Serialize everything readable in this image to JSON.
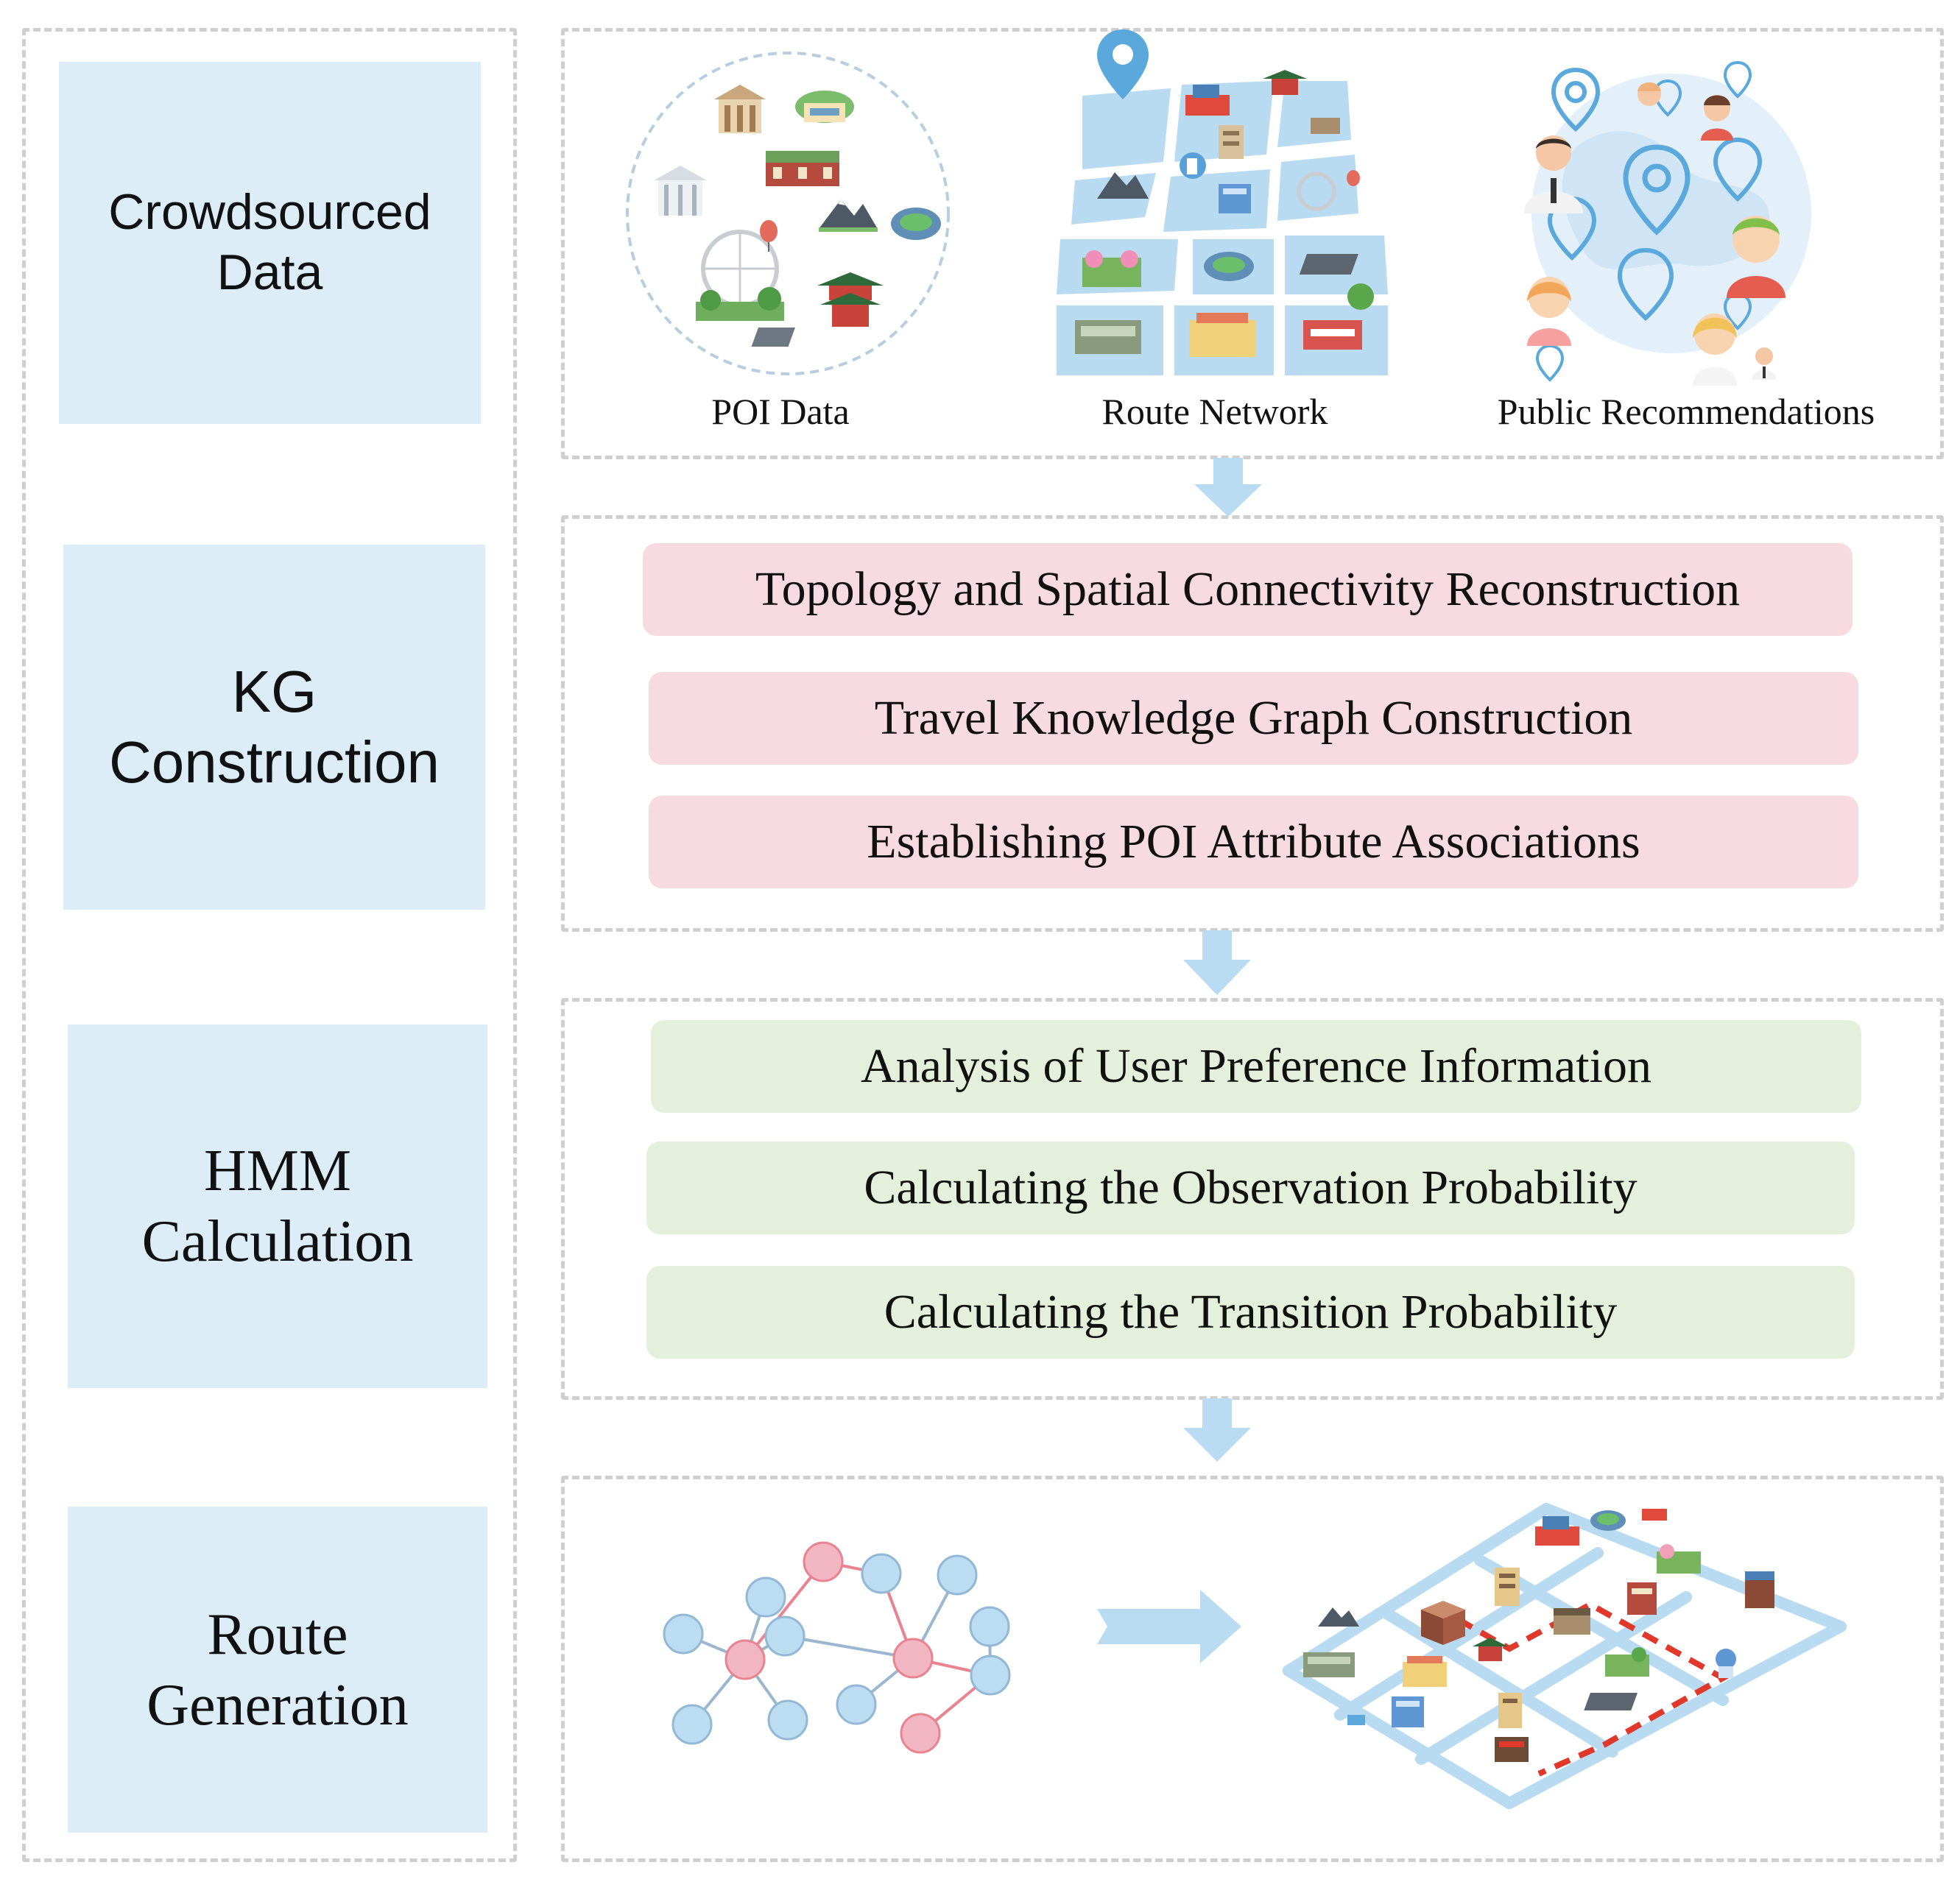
{
  "stages": [
    {
      "lines": [
        "Crowdsourced",
        "Data"
      ]
    },
    {
      "lines": [
        "KG",
        "Construction"
      ]
    },
    {
      "lines": [
        "HMM",
        "Calculation"
      ]
    },
    {
      "lines": [
        "Route",
        "Generation"
      ]
    }
  ],
  "crowdsourced": {
    "captions": [
      "POI Data",
      "Route Network",
      "Public Recommendations"
    ]
  },
  "kg_steps": [
    "Topology and Spatial Connectivity Reconstruction",
    "Travel Knowledge Graph Construction",
    "Establishing POI Attribute Associations"
  ],
  "hmm_steps": [
    "Analysis of User Preference Information",
    "Calculating the Observation Probability",
    "Calculating the Transition Probability"
  ],
  "colors": {
    "stage_fill": "#dcedf8",
    "kg_fill": "#f8dbe0",
    "hmm_fill": "#e4f0dc",
    "arrow": "#b9dcf3",
    "node_blue": "#bcdcf2",
    "node_pink": "#f2b6c2",
    "route_red": "#e0392b"
  }
}
